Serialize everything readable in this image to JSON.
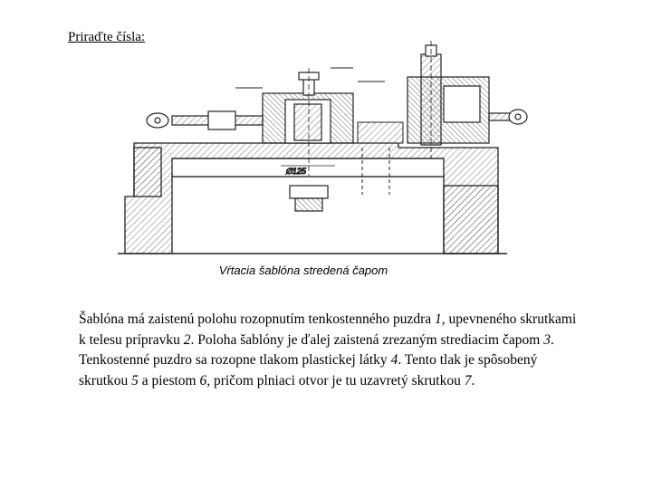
{
  "heading": "Priraďte čísla:",
  "figure": {
    "caption": "Vŕtacia šablóna stredená čapom",
    "dimension_label": "∅125"
  },
  "paragraph": [
    {
      "text": "Šablóna má zaistenú polohu rozopnutím tenkostenného puzdra ",
      "italic": false
    },
    {
      "text": "1",
      "italic": true
    },
    {
      "text": ", upevneného skrutkami k telesu prípravku ",
      "italic": false
    },
    {
      "text": "2",
      "italic": true
    },
    {
      "text": ". Poloha šablóny je ďalej zaistená zrezaným strediacim čapom ",
      "italic": false
    },
    {
      "text": "3",
      "italic": true
    },
    {
      "text": ". Tenkostenné puzdro sa rozopne tlakom plastickej látky ",
      "italic": false
    },
    {
      "text": "4",
      "italic": true
    },
    {
      "text": ". Tento tlak je spôsobený skrutkou ",
      "italic": false
    },
    {
      "text": "5",
      "italic": true
    },
    {
      "text": " a piestom ",
      "italic": false
    },
    {
      "text": "6",
      "italic": true
    },
    {
      "text": ", pričom plniaci otvor je tu uzavretý skrutkou ",
      "italic": false
    },
    {
      "text": "7",
      "italic": true
    },
    {
      "text": ".",
      "italic": false
    }
  ]
}
